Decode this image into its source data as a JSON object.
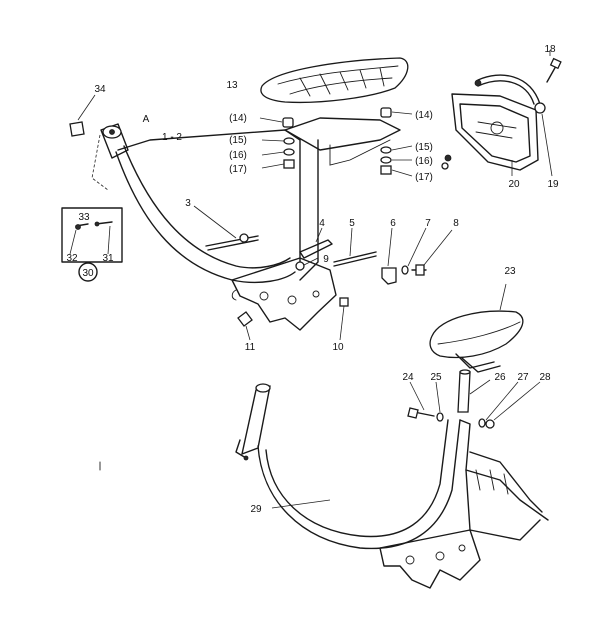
{
  "callouts": [
    {
      "text": "34"
    },
    {
      "text": "A"
    },
    {
      "text": "1 - 2"
    },
    {
      "text": "13"
    },
    {
      "text": "(14)"
    },
    {
      "text": "(14)"
    },
    {
      "text": "(15)"
    },
    {
      "text": "(16)"
    },
    {
      "text": "(17)"
    },
    {
      "text": "(15)"
    },
    {
      "text": "(16)"
    },
    {
      "text": "(17)"
    },
    {
      "text": "18"
    },
    {
      "text": "19"
    },
    {
      "text": "20"
    },
    {
      "text": "3"
    },
    {
      "text": "4"
    },
    {
      "text": "5"
    },
    {
      "text": "6"
    },
    {
      "text": "7"
    },
    {
      "text": "8"
    },
    {
      "text": "9"
    },
    {
      "text": "33"
    },
    {
      "text": "32"
    },
    {
      "text": "31"
    },
    {
      "text": "30"
    },
    {
      "text": "11"
    },
    {
      "text": "10"
    },
    {
      "text": "23"
    },
    {
      "text": "24"
    },
    {
      "text": "25"
    },
    {
      "text": "26"
    },
    {
      "text": "27"
    },
    {
      "text": "28"
    },
    {
      "text": "29"
    }
  ]
}
